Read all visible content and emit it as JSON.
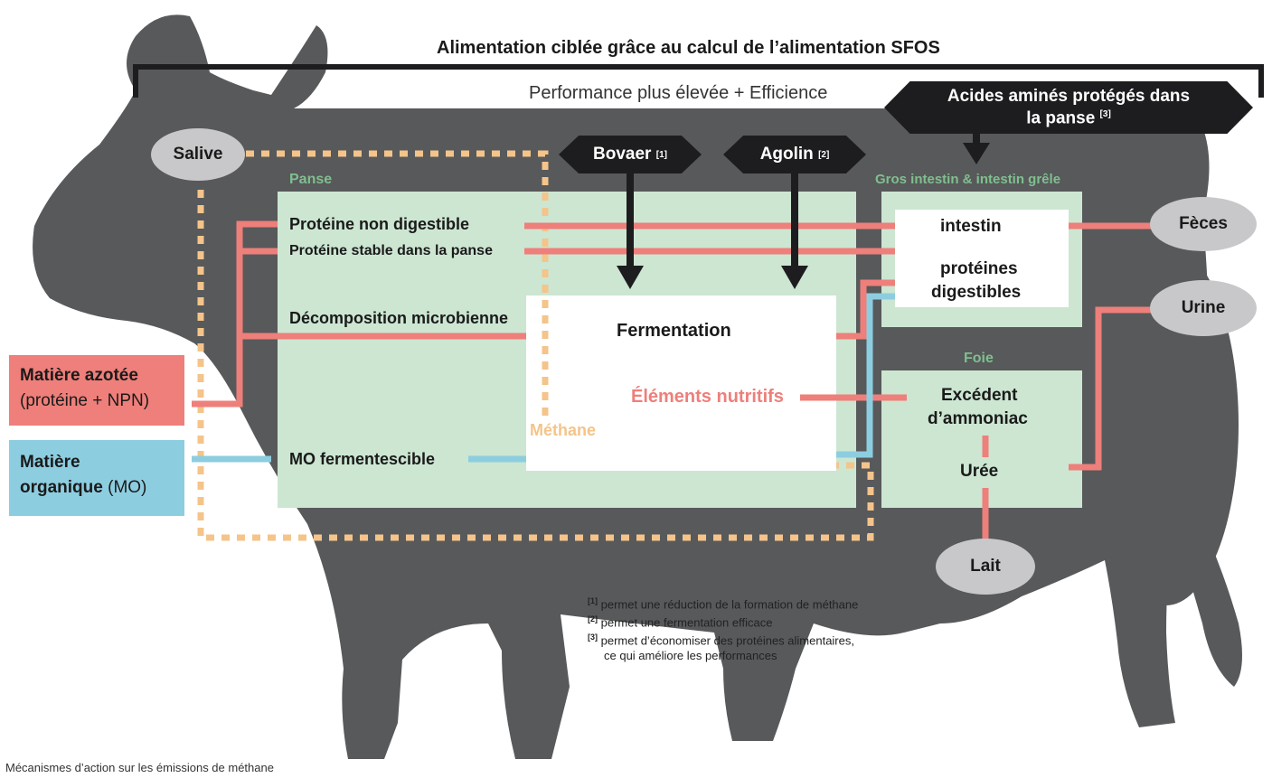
{
  "header": {
    "title": "Alimentation ciblée grâce au calcul de l’alimentation SFOS",
    "subtitle": "Performance plus élevée + Efficience"
  },
  "additives": {
    "bovaer": {
      "label": "Bovaer",
      "ref": "[1]"
    },
    "agolin": {
      "label": "Agolin",
      "ref": "[2]"
    },
    "amino": {
      "line1": "Acides aminés protégés dans",
      "line2": "la panse",
      "ref": "[3]"
    }
  },
  "inputs": {
    "salive": "Salive",
    "nitrogen": {
      "title": "Matière azotée",
      "sub": "(protéine + NPN)"
    },
    "organic": {
      "title1": "Matière",
      "title2": "organique",
      "abbr": "(MO)"
    }
  },
  "rumen": {
    "title": "Panse",
    "items": {
      "nondigest": "Protéine non digestible",
      "stable": "Protéine stable dans la panse",
      "microbial": "Décomposition microbienne",
      "mo": "MO fermentescible"
    },
    "fermentation": "Fermentation",
    "nutrients": "Éléments nutritifs",
    "methane": "Méthane"
  },
  "intestine": {
    "title": "Gros intestin & intestin grêle",
    "box_title": "intestin",
    "box_line1": "protéines",
    "box_line2": "digestibles"
  },
  "liver": {
    "title": "Foie",
    "excess_line1": "Excédent",
    "excess_line2": "d’ammoniac",
    "uree": "Urée"
  },
  "outputs": {
    "feces": "Fèces",
    "urine": "Urine",
    "milk": "Lait"
  },
  "footnotes": {
    "n1": {
      "mark": "[1]",
      "text": "permet une réduction de la formation de méthane"
    },
    "n2": {
      "mark": "[2]",
      "text": "permet une fermentation efficace"
    },
    "n3": {
      "mark": "[3]",
      "text": "permet d’économiser des protéines alimentaires,"
    },
    "n3b": "ce qui améliore les performances"
  },
  "caption": "Mécanismes d’action sur les émissions de méthane",
  "colors": {
    "cow": "#58595b",
    "rumen_green": "#cce6d2",
    "salmon": "#ee7f7a",
    "blue": "#8dcde0",
    "dots": "#f4c48a",
    "ellipse": "#c8c8ca",
    "hex": "#1d1d1f"
  }
}
